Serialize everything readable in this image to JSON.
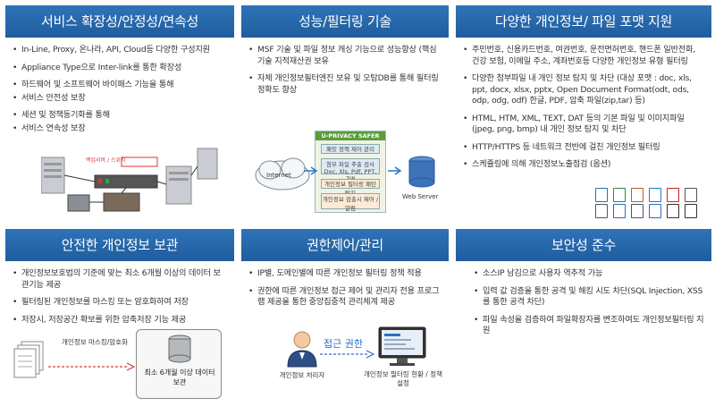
{
  "panels": {
    "service": {
      "title": "서비스 확장성/안정성/연속성",
      "bullets": [
        "In-Line, Proxy, 온나라, API, Cloud등 다양한 구성지원",
        "Appliance Type으로 Inter-link를 통한 확장성",
        "하드웨어 및 소프트웨어 바이패스 기능을 통해",
        "서비스 안전성 보장",
        "세션 및 정책동기화를 통해",
        "서비스 연속성 보장"
      ],
      "diagram_label": "백업서버 / 스위치"
    },
    "performance": {
      "title": "성능/필터링 기술",
      "bullets": [
        "MSF 기술 및 파일 정보 캐싱 기능으로 성능향상 (핵심기술 지적재산권 보유",
        "자체 개인정보필터엔진 보유 및 오탐DB를 통해 필터링 정확도 향상"
      ],
      "diagram": {
        "product": "U-PRIVACY SAFER",
        "internet": "Internet",
        "web_server": "Web Server",
        "boxes": [
          "패킷 정책 제어 관리",
          "첨부 파일 추출 검사 Doc, Xls, Pdf, PPT, ZIP",
          "개인정보 필터링 패턴 탐지",
          "개인정보 검출시 제어 / 알림"
        ]
      }
    },
    "formats": {
      "title": "다양한 개인정보/ 파일 포맷 지원",
      "bullets": [
        "주민번호, 신용카드번호, 여권번호, 운전면허번호, 핸드폰 일반전화, 건강 보험, 이메일 주소, 계좌번호등 다양한 개인정보 유형 필터링",
        "다양한 첨부파일 내 개인 정보 탐지 및 차단 (대상 포맷 : doc, xls, ppt, docx, xlsx, pptx, Open Document Format(odt, ods, odp, odg, odf) 한글, PDF, 압축 파일(zip,tar) 등)",
        "HTML, HTM, XML, TEXT, DAT 등의 기본 파일 및 이미지파일(jpeg, png, bmp) 내 개인 정보 탐지 및 차단",
        "HTTP/HTTPS 등 네트워크 전반에 걸친 개인정보 필터링",
        "스케쥴링에 의해 개인정보노출점검 (옵션)"
      ],
      "file_icons": [
        "doc-icon",
        "xls-icon",
        "ppt-icon",
        "hwp-icon",
        "pdf-icon",
        "zip-icon",
        "txt-icon",
        "html-icon",
        "xml-icon",
        "jpg-icon",
        "png-icon",
        "bmp-icon"
      ]
    },
    "protection": {
      "title": "안전한 개인정보 보관",
      "bullets": [
        "개인정보보호법의 기준에 맞는 최소 6개월 이상의 데이터 보관기능 제공",
        "필터링된 개인정보를 마스킹 또는 암호화하여 저장",
        "저장시, 저장공간 확보를 위한 압축저장 기능 제공"
      ],
      "arrow_label": "개인정보 마스킹/암호화",
      "storage_label": "최소 6개월 이상 데이터 보관"
    },
    "access": {
      "title": "권한제어/관리",
      "bullets": [
        "IP별, 도메인별에 따른 개인정보 필터링 정책 적용",
        "권한에 따른 개인정보 접근 제어 및 관리자 전용 프로그램 제공을 통한 중앙집중적 관리체계 제공"
      ],
      "user_label": "개인정보 처리자",
      "arrow_label": "접근 권한",
      "monitor_label": "개인정보 필터링 현황 / 정책설정"
    },
    "security": {
      "title": "보안성 준수",
      "bullets": [
        "소스IP 남김으로 사용자 역추적 가능",
        "입력 값 검증을 통한 공격 및 해킹 시도 차단(SQL Injection, XSS를 통한 공격 차단)",
        "파일 속성을 검증하여 파일확장자를 변조하여도 개인정보필터링 지원"
      ]
    }
  },
  "colors": {
    "header_top": "#2f73b8",
    "header_bottom": "#1f5d9e",
    "accent_red": "#d63a3a",
    "accent_blue": "#2a72c8"
  }
}
